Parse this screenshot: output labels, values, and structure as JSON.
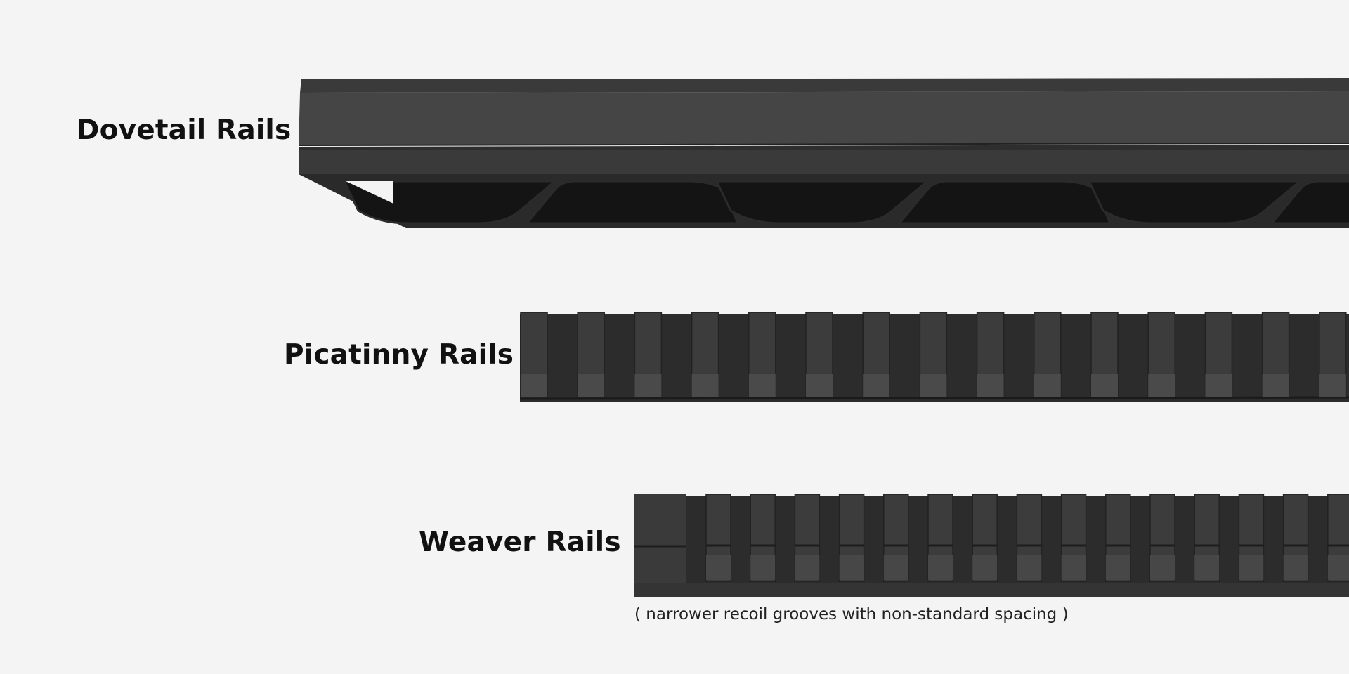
{
  "rails": [
    {
      "id": "dovetail",
      "label": "Dovetail Rails"
    },
    {
      "id": "picatinny",
      "label": "Picatinny Rails"
    },
    {
      "id": "weaver",
      "label": "Weaver Rails",
      "note": "( narrower recoil grooves with non-standard spacing )"
    }
  ],
  "colors": {
    "background": "#f4f4f4",
    "rail_face": "#3d3d3d",
    "rail_top": "#454545",
    "rail_dark": "#1c1c1c",
    "text": "#111111"
  }
}
